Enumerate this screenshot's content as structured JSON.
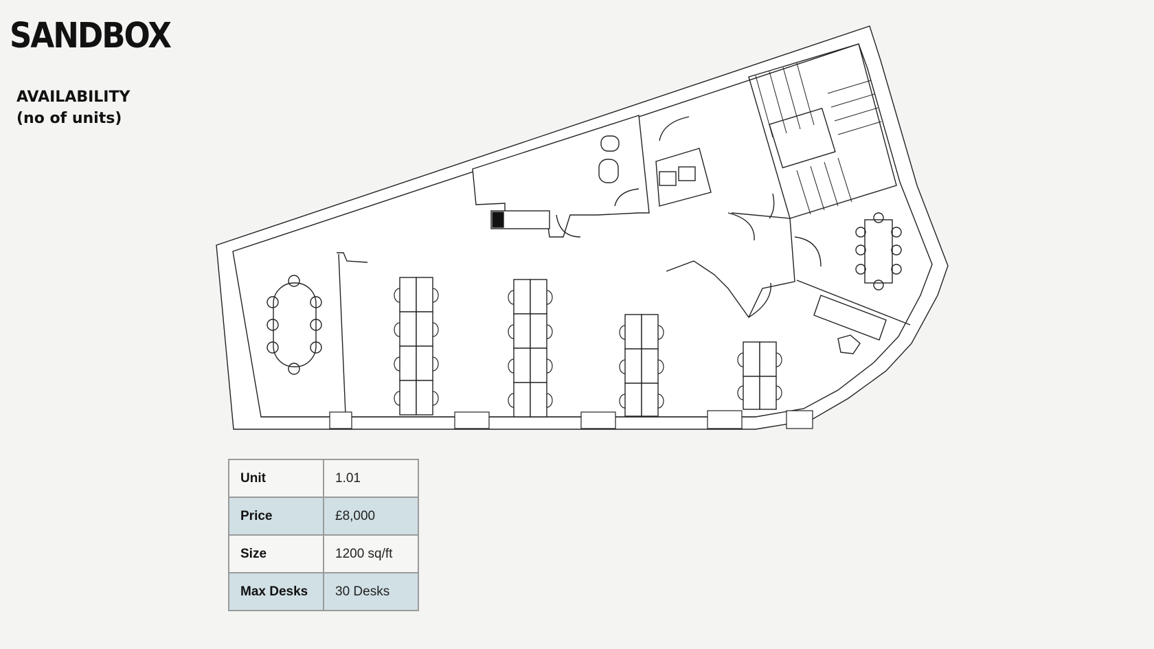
{
  "brand": {
    "logo_text": "SANDBOX"
  },
  "heading": {
    "line1": "AVAILABILITY",
    "line2": "(no of units)"
  },
  "floorplan": {
    "icon": "office-floorplan-drawing"
  },
  "unit_table": {
    "rows": [
      {
        "label": "Unit",
        "value": "1.01"
      },
      {
        "label": "Price",
        "value": "£8,000"
      },
      {
        "label": "Size",
        "value": "1200 sq/ft"
      },
      {
        "label": "Max Desks",
        "value": "30 Desks"
      }
    ],
    "alt_row_color": "#d1e0e5"
  }
}
